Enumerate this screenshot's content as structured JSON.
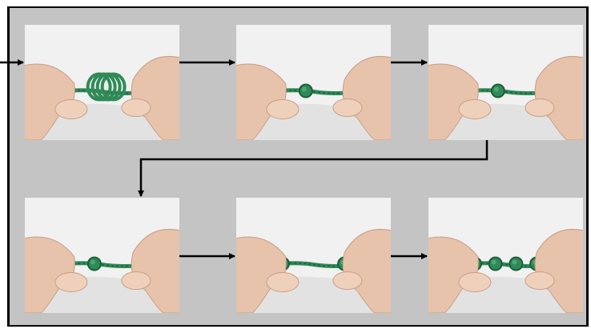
{
  "colors": {
    "panel_background": "#c4c4c4",
    "panel_border": "#000000",
    "arrow": "#000000",
    "cord": "#2f8a57",
    "cord_dark": "#1d5e39",
    "skin": "#e7c3ac",
    "photo_background": "#f1f1f1"
  },
  "steps": [
    {
      "id": 1,
      "knots": 0,
      "description_icon": "hands-coiling-cord-photo"
    },
    {
      "id": 2,
      "knots": 1,
      "description_icon": "hands-shaping-knot-photo"
    },
    {
      "id": 3,
      "knots": 1,
      "description_icon": "hands-tightening-knot-photo"
    },
    {
      "id": 4,
      "knots": 1,
      "description_icon": "hands-starting-next-knot-photo"
    },
    {
      "id": 5,
      "knots": 2,
      "description_icon": "hands-holding-two-knots-photo"
    },
    {
      "id": 6,
      "knots": 4,
      "description_icon": "hands-holding-knotted-cord-photo"
    }
  ]
}
